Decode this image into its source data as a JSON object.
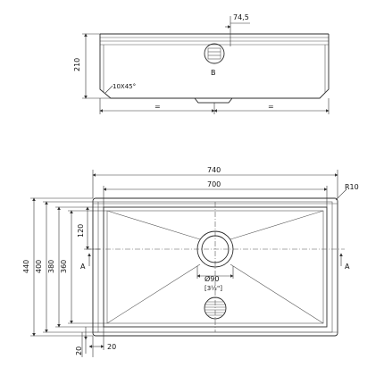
{
  "side_view": {
    "width_label": "74,5",
    "height_label": "210",
    "chamfer_label": "10X45°",
    "section_label": "B",
    "equal_left": "=",
    "equal_right": "="
  },
  "top_view": {
    "outer_width_label": "740",
    "inner_width_label": "700",
    "radius_label": "R10",
    "height_outer_label": "440",
    "height_2_label": "400",
    "height_3_label": "380",
    "height_4_label": "360",
    "drain_offset_label": "120",
    "drain_diameter_label": "Ø90",
    "drain_inch_label": "[3½\"]",
    "margin_bottom_label": "20",
    "margin_left_label": "20",
    "section_left_label": "A",
    "section_right_label": "A"
  }
}
